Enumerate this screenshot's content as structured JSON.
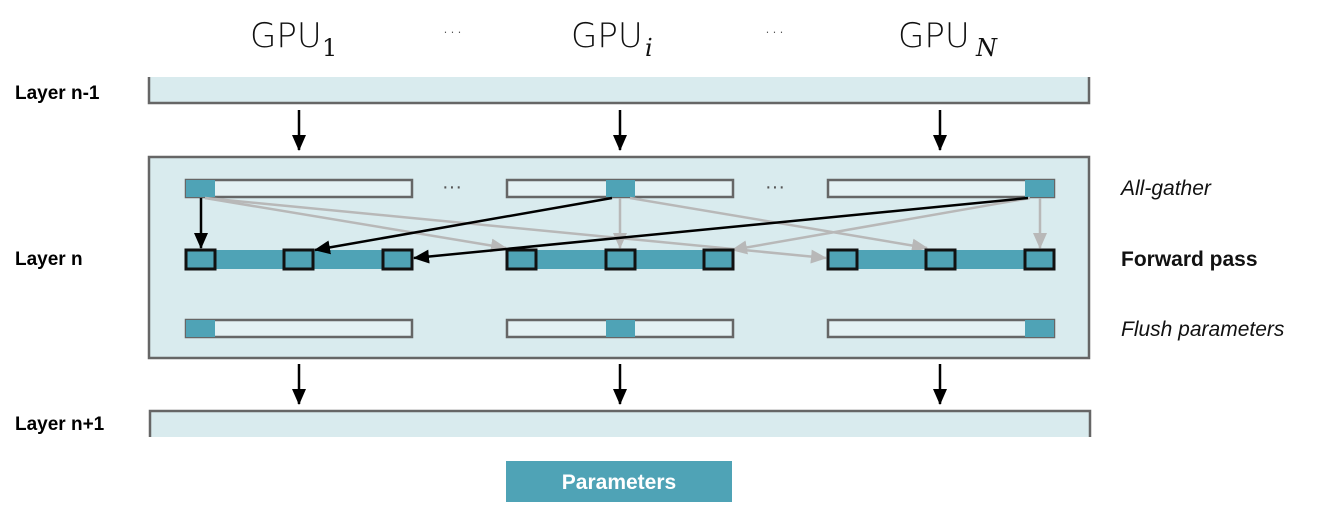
{
  "colors": {
    "layer_fill": "#d9ebee",
    "param_fill": "#4fa3b6",
    "border": "#666666",
    "arrow_black": "#000000",
    "arrow_gray": "#b8b8b8"
  },
  "gpus": [
    {
      "name": "GPU",
      "subscript": "1",
      "subscript_italic": false
    },
    {
      "name": "GPU",
      "subscript": "i",
      "subscript_italic": true
    },
    {
      "name": "GPU",
      "subscript": "N",
      "subscript_italic": true
    }
  ],
  "ellipsis": "···",
  "layers": {
    "prev": "Layer n-1",
    "current": "Layer n",
    "next": "Layer n+1"
  },
  "steps": {
    "all_gather": "All-gather",
    "forward": "Forward pass",
    "flush": "Flush parameters"
  },
  "shards": [
    {
      "gpu_index": 0,
      "chunk_position": "left"
    },
    {
      "gpu_index": 1,
      "chunk_position": "middle"
    },
    {
      "gpu_index": 2,
      "chunk_position": "right"
    }
  ],
  "gather_arrows": [
    {
      "from_gpu": 0,
      "to_gpu": 0,
      "to_slot": 0,
      "style": "black"
    },
    {
      "from_gpu": 1,
      "to_gpu": 0,
      "to_slot": 1,
      "style": "black"
    },
    {
      "from_gpu": 2,
      "to_gpu": 0,
      "to_slot": 2,
      "style": "black"
    },
    {
      "from_gpu": 0,
      "to_gpu": 1,
      "to_slot": 0,
      "style": "gray"
    },
    {
      "from_gpu": 0,
      "to_gpu": 2,
      "to_slot": 0,
      "style": "gray"
    },
    {
      "from_gpu": 1,
      "to_gpu": 1,
      "to_slot": 1,
      "style": "gray"
    },
    {
      "from_gpu": 1,
      "to_gpu": 2,
      "to_slot": 1,
      "style": "gray"
    },
    {
      "from_gpu": 2,
      "to_gpu": 2,
      "to_slot": 2,
      "style": "gray"
    },
    {
      "from_gpu": 2,
      "to_gpu": 1,
      "to_slot": 2,
      "style": "gray"
    }
  ],
  "legend": {
    "parameters": "Parameters"
  }
}
